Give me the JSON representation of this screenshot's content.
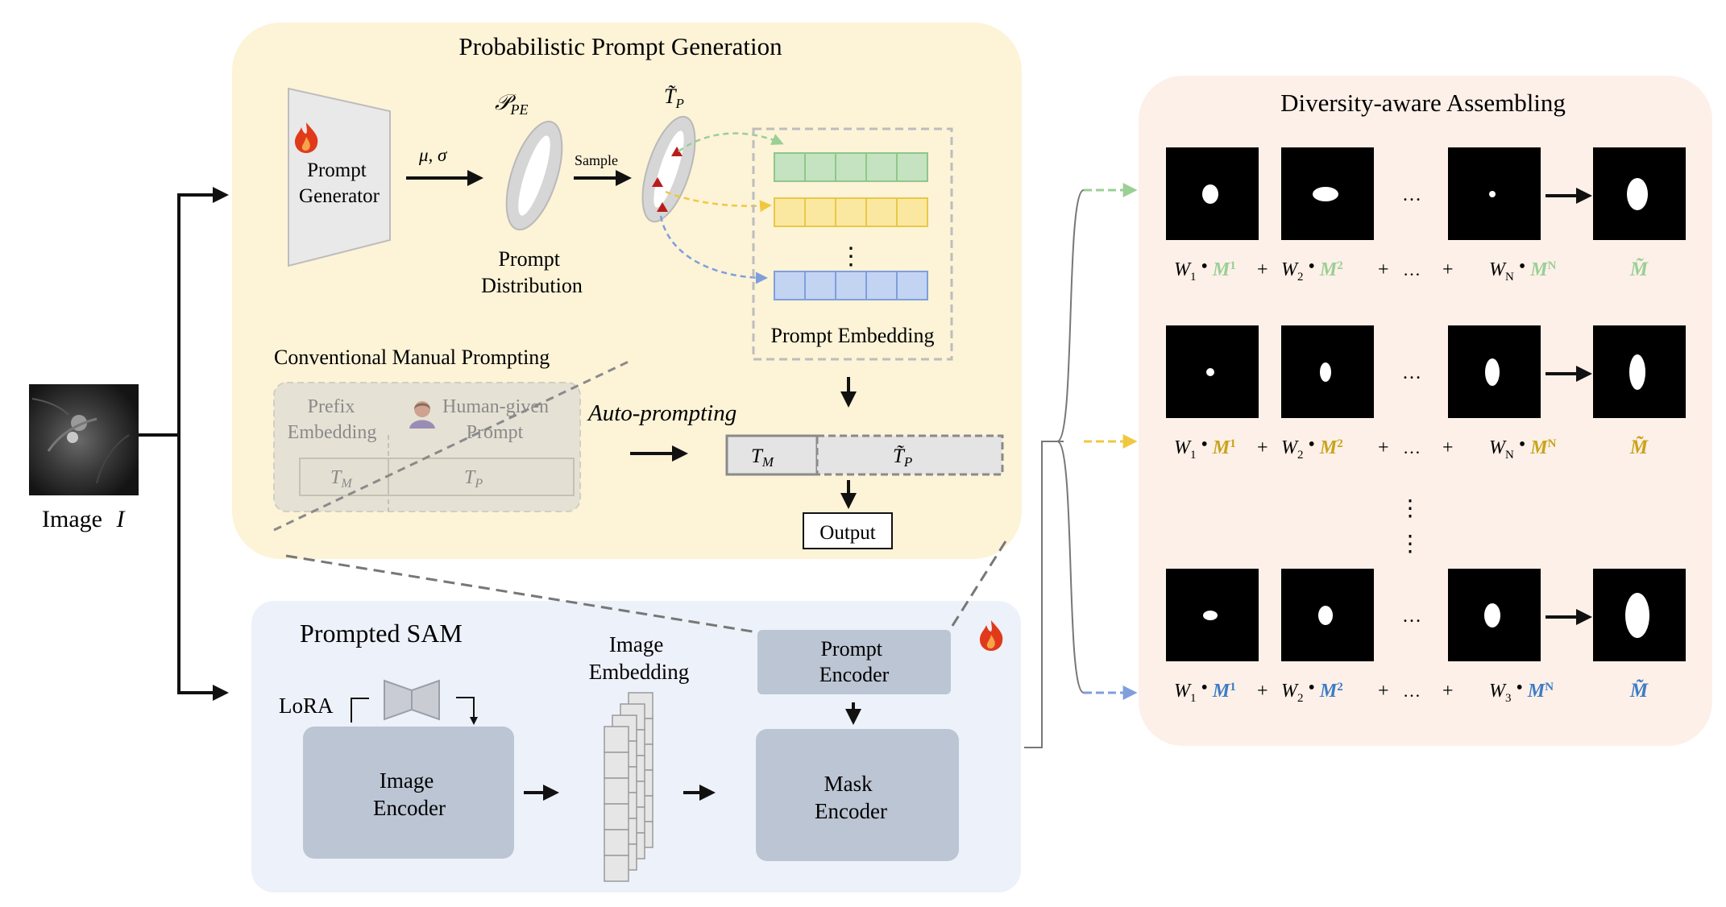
{
  "input": {
    "label": "Image",
    "symbol": "I"
  },
  "prompt_generation": {
    "title": "Probabilistic Prompt Generation",
    "generator_label": [
      "Prompt",
      "Generator"
    ],
    "params_label": "μ, σ",
    "distribution_symbol": "𝒫",
    "distribution_sub": "PE",
    "distribution_label": [
      "Prompt",
      "Distribution"
    ],
    "sample_label": "Sample",
    "sampled_symbol": "T̃",
    "sampled_sub": "P",
    "embedding_label": "Prompt Embedding",
    "embedding_colors": [
      "#c5e3c0",
      "#fbe8a0",
      "#c3d3f2"
    ],
    "embedding_edges": [
      "#8fc78a",
      "#e8c84a",
      "#7f9fdc"
    ]
  },
  "manual_prompting": {
    "title": "Conventional Manual Prompting",
    "prefix_label": [
      "Prefix",
      "Embedding"
    ],
    "human_label": [
      "Human-given",
      "Prompt"
    ],
    "tm_symbol": "T",
    "tm_sub": "M",
    "tp_symbol": "T",
    "tp_sub": "P"
  },
  "auto_prompting": {
    "label": "Auto-prompting",
    "tm_symbol": "T",
    "tm_sub": "M",
    "tp_symbol": "T̃",
    "tp_sub": "P",
    "output_label": "Output"
  },
  "sam": {
    "title": "Prompted SAM",
    "lora_label": "LoRA",
    "image_encoder_label": [
      "Image",
      "Encoder"
    ],
    "image_embedding_label": [
      "Image",
      "Embedding"
    ],
    "prompt_encoder_label": [
      "Prompt",
      "Encoder"
    ],
    "mask_encoder_label": [
      "Mask",
      "Encoder"
    ]
  },
  "assembling": {
    "title": "Diversity-aware Assembling",
    "ellipsis": "…",
    "row_colors": [
      "#9bcf94",
      "#c9a31a",
      "#3d7cc6"
    ],
    "rows": [
      {
        "terms": [
          {
            "w": "W",
            "w_sub": "1",
            "m": "M",
            "m_sup": "1"
          },
          {
            "w": "W",
            "w_sub": "2",
            "m": "M",
            "m_sup": "2"
          },
          {
            "w": "W",
            "w_sub": "N",
            "m": "M",
            "m_sup": "N"
          }
        ],
        "result": "M̃"
      },
      {
        "terms": [
          {
            "w": "W",
            "w_sub": "1",
            "m": "M",
            "m_sup": "1"
          },
          {
            "w": "W",
            "w_sub": "2",
            "m": "M",
            "m_sup": "2"
          },
          {
            "w": "W",
            "w_sub": "N",
            "m": "M",
            "m_sup": "N"
          }
        ],
        "result": "M̃"
      },
      {
        "terms": [
          {
            "w": "W",
            "w_sub": "1",
            "m": "M",
            "m_sup": "1"
          },
          {
            "w": "W",
            "w_sub": "2",
            "m": "M",
            "m_sup": "2"
          },
          {
            "w": "W",
            "w_sub": "3",
            "m": "M",
            "m_sup": "N"
          }
        ],
        "result": "M̃"
      }
    ]
  },
  "colors": {
    "prompt_gen_bg": "#fdf3d7",
    "sam_bg": "#edf1f9",
    "assembling_bg": "#fdf0e8",
    "block_gray": "#bcc5d4",
    "fire": "#e03a1b"
  }
}
